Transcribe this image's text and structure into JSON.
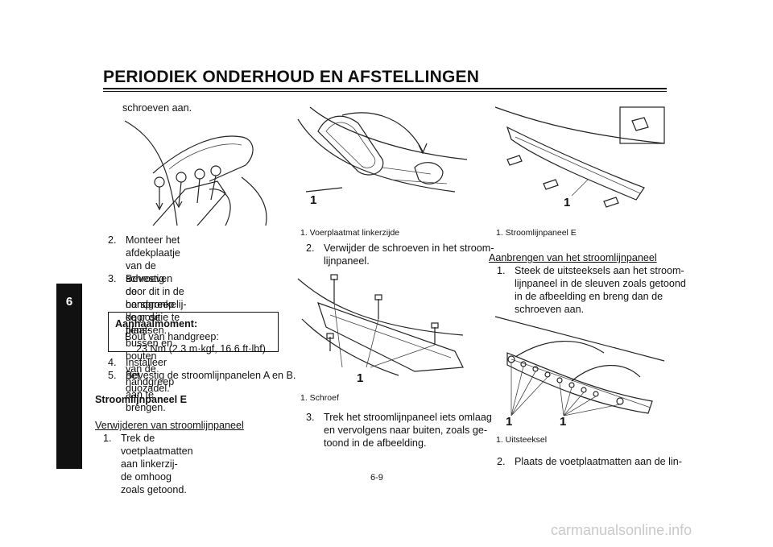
{
  "header": {
    "title": "PERIODIEK ONDERHOUD EN AFSTELLINGEN"
  },
  "chapter_tab": "6",
  "col1": {
    "intro": "schroeven aan.",
    "steps": [
      {
        "n": "2.",
        "lines": [
          "Monteer het afdekplaatje van de",
          "schroeven door dit in de oorspronkelij-",
          "ke positie te plaatsen."
        ]
      },
      {
        "n": "3.",
        "lines": [
          "Bevestig de handgreep door de flens-",
          "bussen en bouten van de handgreep",
          "aan te brengen."
        ]
      }
    ],
    "torque_box": {
      "heading": "Aanhaalmoment:",
      "item": "Bout van handgreep:",
      "value": "23 Nm (2.3 m·kgf, 16.6 ft·lbf)"
    },
    "steps2": [
      {
        "n": "4.",
        "lines": [
          "Installeer het duozadel."
        ]
      },
      {
        "n": "5.",
        "lines": [
          "Bevestig de stroomlijnpanelen A en B."
        ]
      }
    ],
    "section_title": "Stroomlijnpaneel E",
    "subsection_title": "Verwijderen van stroomlijnpaneel",
    "steps3": [
      {
        "n": "1.",
        "lines": [
          "Trek de voetplaatmatten aan linkerzij-",
          "de omhoog zoals getoond."
        ]
      }
    ]
  },
  "col2": {
    "fig1": {
      "callout": "1",
      "caption": "1.  Voerplaatmat linkerzijde"
    },
    "step2": {
      "n": "2.",
      "lines": [
        "Verwijder de schroeven in het stroom-",
        "lijnpaneel."
      ]
    },
    "fig2": {
      "callout": "1",
      "caption": "1.  Schroef"
    },
    "step3": {
      "n": "3.",
      "lines": [
        "Trek het stroomlijnpaneel iets omlaag",
        "en vervolgens naar buiten, zoals ge-",
        "toond in de afbeelding."
      ]
    }
  },
  "col3": {
    "fig1": {
      "callout": "1",
      "caption": "1.  Stroomlijnpaneel E"
    },
    "subsection_title": "Aanbrengen van het stroomlijnpaneel",
    "step1": {
      "n": "1.",
      "lines": [
        "Steek de uitsteeksels aan het stroom-",
        "lijnpaneel in de sleuven zoals getoond",
        "in de afbeelding en breng dan de",
        "schroeven aan."
      ]
    },
    "fig2": {
      "callout_a": "1",
      "callout_b": "1",
      "caption": "1.  Uitsteeksel"
    },
    "step2": {
      "n": "2.",
      "lines": [
        "Plaats de voetplaatmatten aan de lin-"
      ]
    }
  },
  "footer": {
    "page_number": "6-9"
  },
  "watermark": "carmanualsonline.info"
}
